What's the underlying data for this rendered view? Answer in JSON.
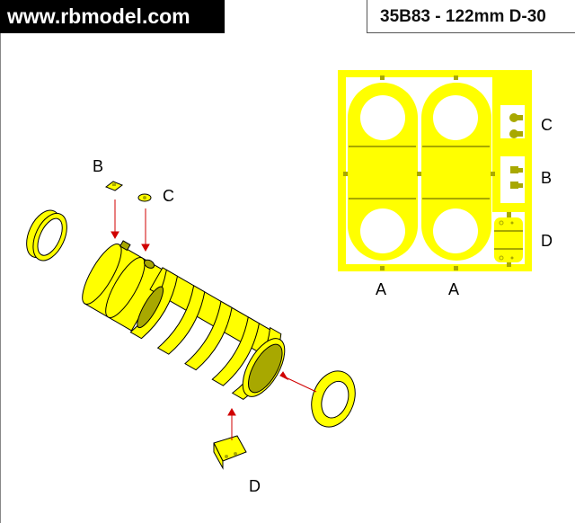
{
  "header": {
    "site": "www.rbmodel.com",
    "title": "35B83 - 122mm D-30"
  },
  "fret": {
    "labels": {
      "c": "C",
      "b": "B",
      "d": "D",
      "a1": "A",
      "a2": "A"
    }
  },
  "assembly": {
    "labels": {
      "b": "B",
      "c": "C",
      "d": "D"
    }
  },
  "colors": {
    "part": "#ffff00",
    "shade": "#a8a800",
    "arrow": "#d00000"
  }
}
